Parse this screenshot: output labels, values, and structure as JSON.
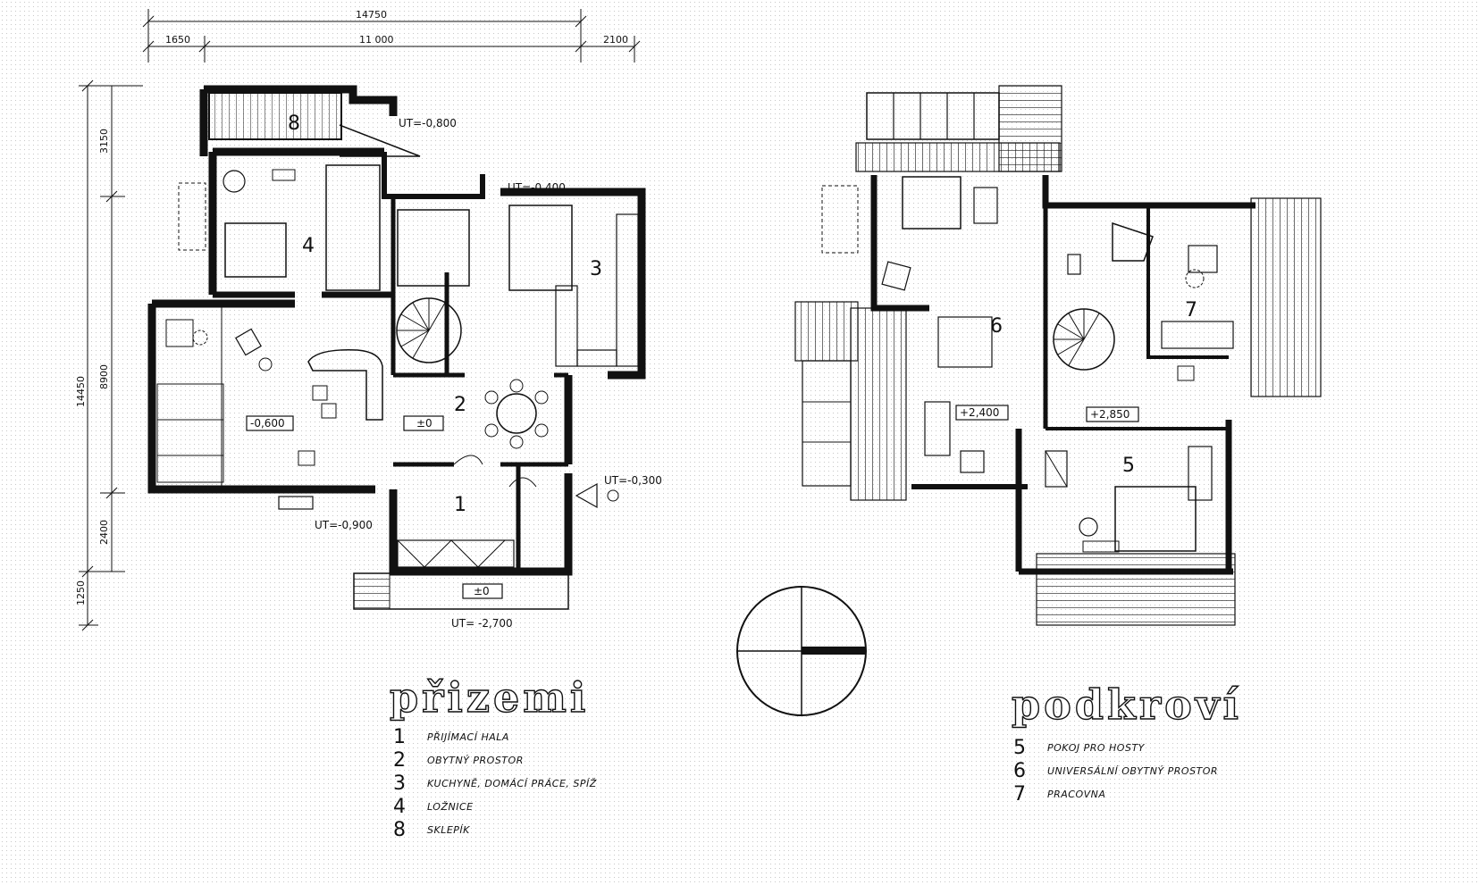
{
  "dimensions": {
    "total_width": "14750",
    "left_margin": "1650",
    "main_width": "11 000",
    "right_margin": "2100",
    "total_height": "14450",
    "top_segment": "3150",
    "main_segment": "8900",
    "lower_segment": "2400",
    "bottom_segment": "1250"
  },
  "ground_floor": {
    "title": "přizemi",
    "rooms": {
      "r1": "1",
      "r2": "2",
      "r3": "3",
      "r4": "4",
      "r8": "8"
    },
    "levels": {
      "living": "-0,600",
      "hall": "±0",
      "entry": "±0"
    },
    "terrain": {
      "ut_cellar": "UT=-0,800",
      "ut_top": "UT=-0,400",
      "ut_right": "UT=-0,300",
      "ut_left": "UT=-0,900",
      "ut_bottom": "UT= -2,700"
    },
    "legend": [
      {
        "num": "1",
        "text": "přijímací hala"
      },
      {
        "num": "2",
        "text": "obytný prostor"
      },
      {
        "num": "3",
        "text": "kuchyně, domácí práce, spíž"
      },
      {
        "num": "4",
        "text": "ložnice"
      },
      {
        "num": "8",
        "text": "sklepík"
      }
    ]
  },
  "attic": {
    "title": "podkroví",
    "rooms": {
      "r5": "5",
      "r6": "6",
      "r7": "7"
    },
    "levels": {
      "main": "+2,400",
      "upper": "+2,850"
    },
    "legend": [
      {
        "num": "5",
        "text": "pokoj pro hosty"
      },
      {
        "num": "6",
        "text": "universální obytný prostor"
      },
      {
        "num": "7",
        "text": "pracovna"
      }
    ]
  }
}
